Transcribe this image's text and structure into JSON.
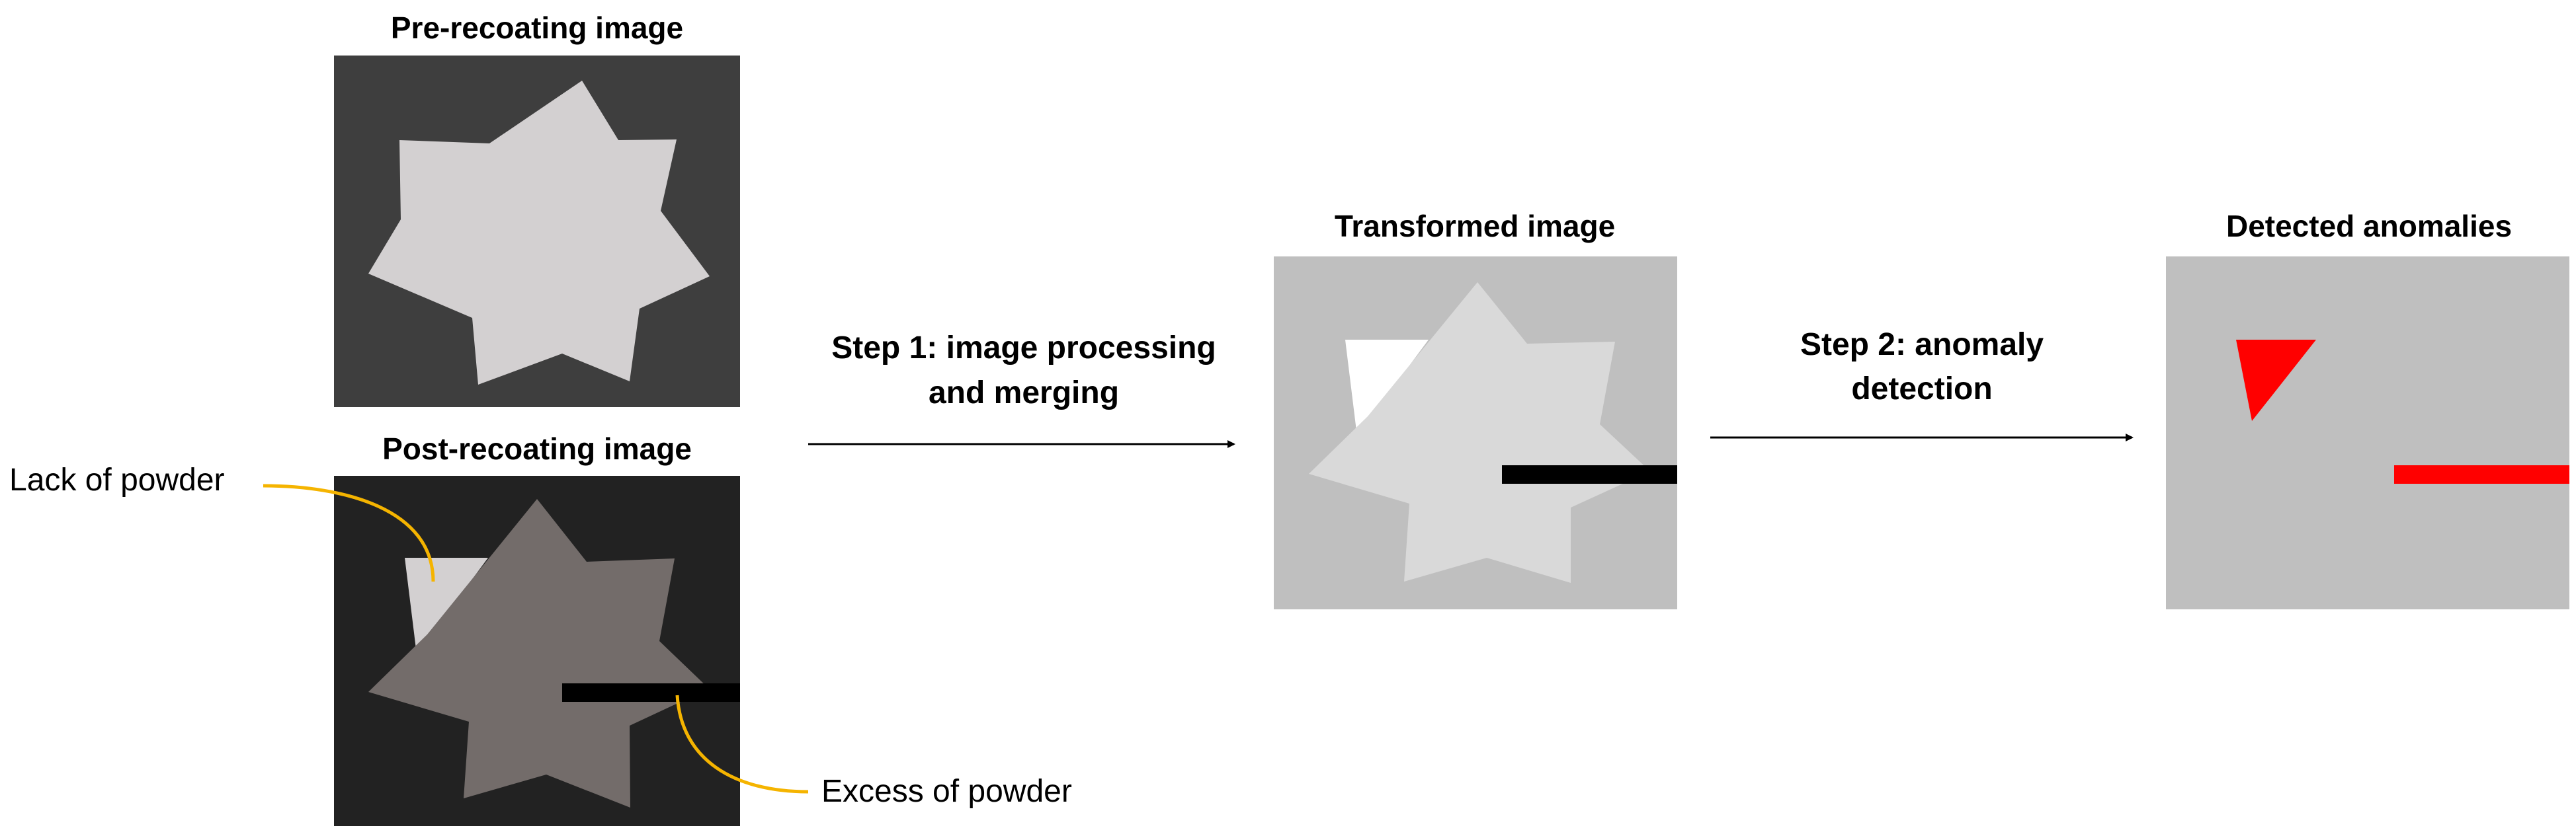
{
  "panels": {
    "pre": {
      "title": "Pre-recoating image"
    },
    "post": {
      "title": "Post-recoating image"
    },
    "transformed": {
      "title": "Transformed image"
    },
    "detected": {
      "title": "Detected anomalies"
    }
  },
  "steps": {
    "step1": {
      "line1": "Step 1: image processing",
      "line2": "and merging"
    },
    "step2": {
      "line1": "Step 2: anomaly",
      "line2": "detection"
    }
  },
  "annotations": {
    "lack": "Lack of powder",
    "excess": "Excess of powder"
  },
  "colors": {
    "pre_background": "#3e3e3e",
    "pre_star": "#d3d0d1",
    "post_background": "#222222",
    "post_star": "#736c6a",
    "post_void": "#d3d0d1",
    "transformed_background": "#bfbfbf",
    "transformed_star": "#d9d9d9",
    "void": "#ffffff",
    "excess_bar": "#000000",
    "anomaly": "#ff0000",
    "callout": "#f5b400",
    "arrow": "#000000"
  }
}
